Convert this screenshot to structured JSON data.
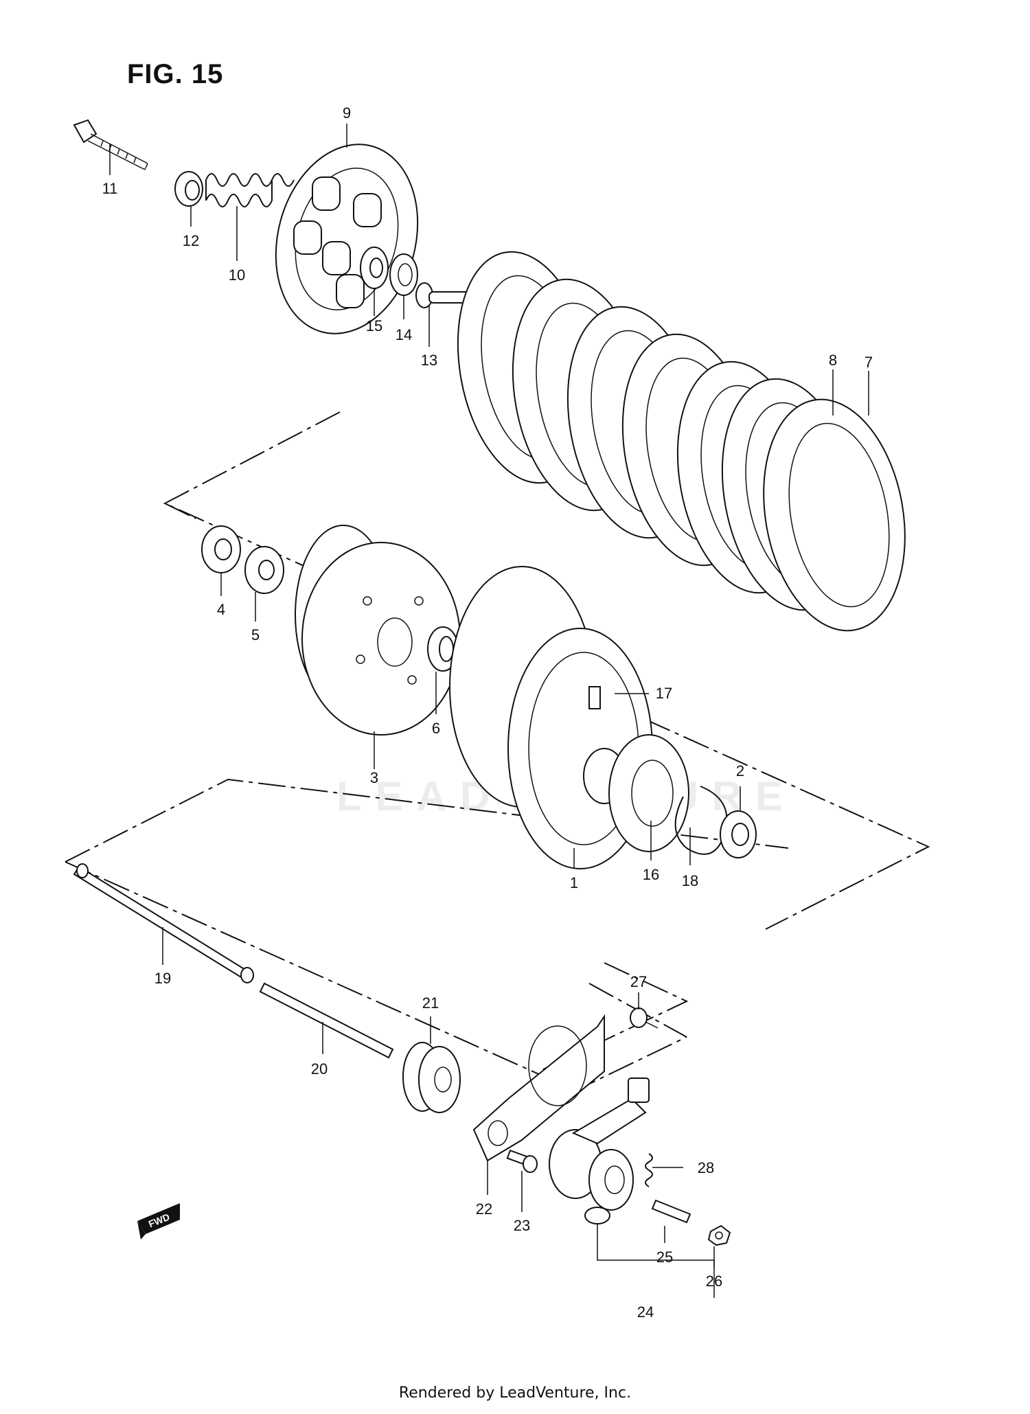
{
  "figure_title": "FIG. 15",
  "watermark": "LEADVENTURE",
  "footer": "Rendered by LeadVenture, Inc.",
  "fwd_label": "FWD",
  "parts": [
    {
      "id": "1"
    },
    {
      "id": "2"
    },
    {
      "id": "3"
    },
    {
      "id": "4"
    },
    {
      "id": "5"
    },
    {
      "id": "6"
    },
    {
      "id": "7"
    },
    {
      "id": "8"
    },
    {
      "id": "9"
    },
    {
      "id": "10"
    },
    {
      "id": "11"
    },
    {
      "id": "12"
    },
    {
      "id": "13"
    },
    {
      "id": "14"
    },
    {
      "id": "15"
    },
    {
      "id": "16"
    },
    {
      "id": "17"
    },
    {
      "id": "18"
    },
    {
      "id": "19"
    },
    {
      "id": "20"
    },
    {
      "id": "21"
    },
    {
      "id": "22"
    },
    {
      "id": "23"
    },
    {
      "id": "24"
    },
    {
      "id": "25"
    },
    {
      "id": "26"
    },
    {
      "id": "27"
    },
    {
      "id": "28"
    }
  ]
}
